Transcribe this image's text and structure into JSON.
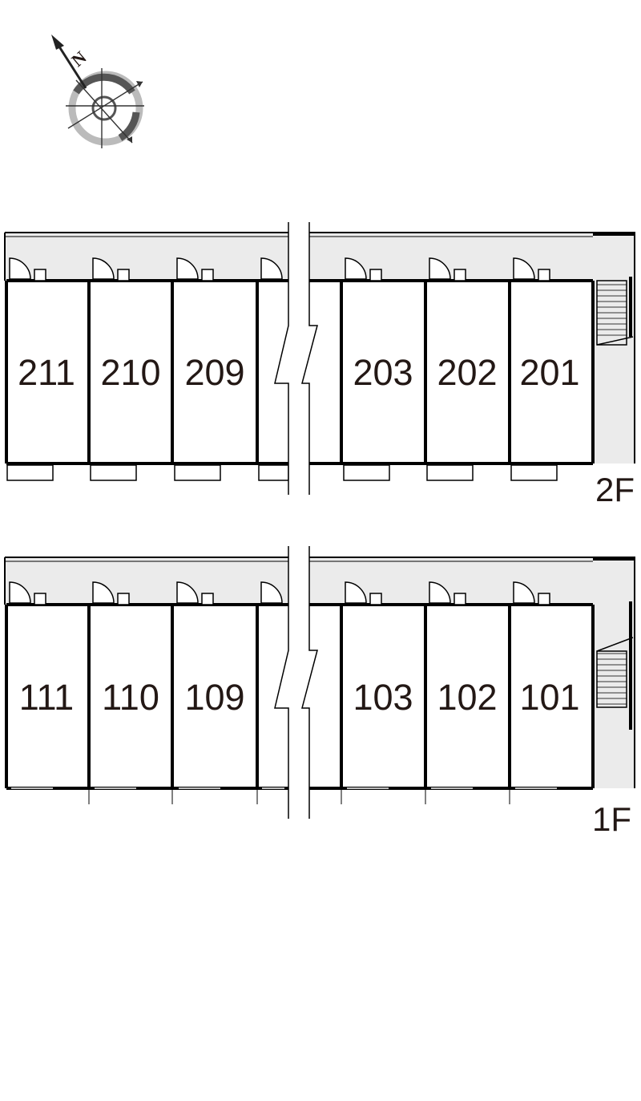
{
  "compass": {
    "north_label": "N"
  },
  "floors": [
    {
      "id": "2F",
      "label": "2F",
      "has_balconies": true,
      "rooms": [
        "211",
        "210",
        "209",
        "203",
        "202",
        "201"
      ]
    },
    {
      "id": "1F",
      "label": "1F",
      "has_balconies": false,
      "rooms": [
        "111",
        "110",
        "109",
        "103",
        "102",
        "101"
      ]
    }
  ],
  "colors": {
    "corridor": "#ebebeb",
    "wall": "#000000",
    "text": "#231815",
    "compass_dark": "#555555",
    "compass_light": "#bbbbbb"
  }
}
